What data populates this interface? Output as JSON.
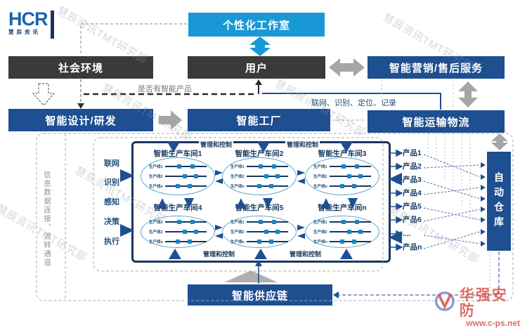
{
  "logo": {
    "text": "HCR",
    "subtext": "慧辰资讯"
  },
  "watermark": "慧辰资讯TMT研究部",
  "boxes": {
    "personal_studio": "个性化工作室",
    "social_env": "社会环境",
    "user": "用户",
    "marketing": "智能营销/售后服务",
    "design": "智能设计/研发",
    "factory": "智能工厂",
    "logistics": "智能运输物流",
    "supply_chain": "智能供应链",
    "warehouse": "自动仓库"
  },
  "annotations": {
    "smart_product_q": "是否有智能产品",
    "logistics_caption": "联网、识别、定位、记录",
    "channel_label": "信息数据连接、流转通道",
    "capabilities": [
      "联网",
      "识别",
      "感知",
      "决策",
      "执行"
    ],
    "mgmt_control": "管理和控制"
  },
  "factory_detail": {
    "workshops_top": [
      "智能生产车间1",
      "智能生产车间2",
      "智能生产车间3"
    ],
    "workshops_bottom": [
      "智能生产车间4",
      "智能生产车间5",
      "智能生产车间n"
    ],
    "lines": [
      "生产线1",
      "生产线2",
      "生产线n"
    ],
    "products": [
      "产品1",
      "产品2",
      "产品3",
      "产品4",
      "产品5",
      "产品6",
      "....",
      "产品n"
    ]
  },
  "footer_logo": {
    "title": "华强安防",
    "url": "www.c-ps.net"
  },
  "colors": {
    "navy": "#1d4f91",
    "sky": "#1899d6",
    "dark": "#3a3a3a",
    "ellipse_border": "#56a6cf",
    "accent_red": "#d9534a"
  }
}
